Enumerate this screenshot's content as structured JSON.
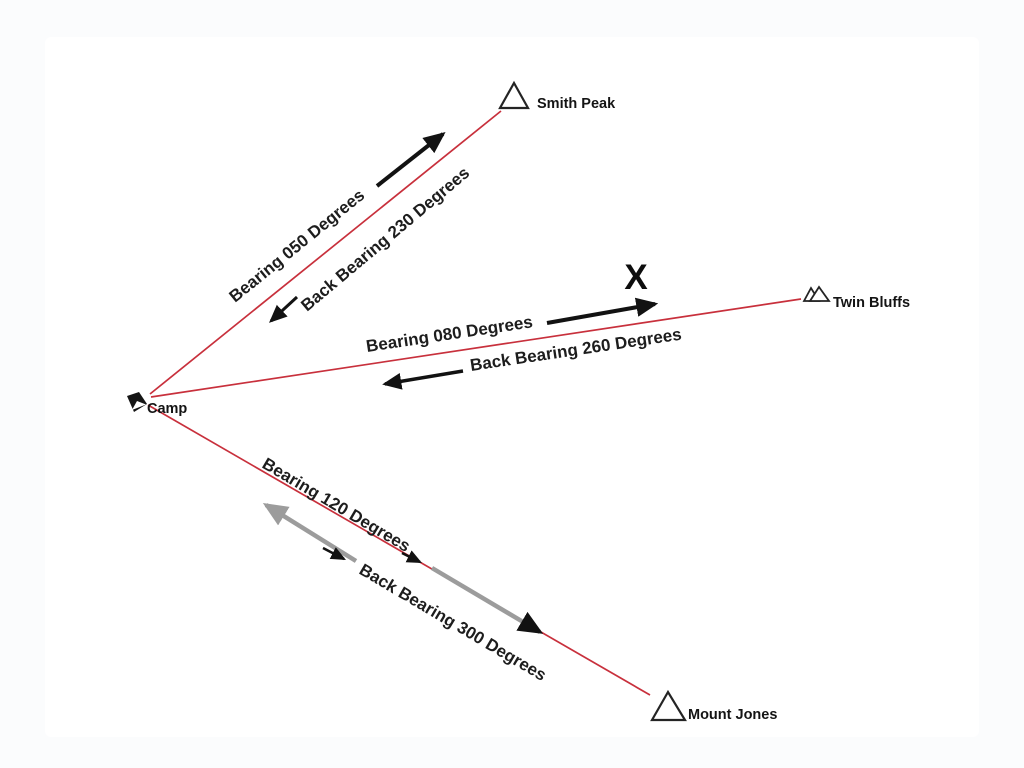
{
  "colors": {
    "page_background": "#fbfcfd",
    "canvas_background": "#ffffff",
    "sight_line_red": "#c8303c",
    "arrow_black": "#121212",
    "arrow_gray": "#9c9c9c",
    "label_text": "#1d1d1d"
  },
  "camp": {
    "label": "Camp"
  },
  "landmarks": {
    "smith_peak": {
      "label": "Smith Peak"
    },
    "twin_bluffs": {
      "label": "Twin Bluffs"
    },
    "mount_jones": {
      "label": "Mount Jones"
    }
  },
  "bearing_lines": [
    {
      "from": "Camp",
      "target": "Smith Peak",
      "bearing": "050",
      "back_bearing": "230",
      "bearing_label": "Bearing 050 Degrees",
      "back_bearing_label": "Back Bearing 230 Degrees"
    },
    {
      "from": "Camp",
      "target": "Twin Bluffs",
      "bearing": "080",
      "back_bearing": "260",
      "bearing_label": "Bearing 080 Degrees",
      "back_bearing_label": "Back Bearing 260 Degrees"
    },
    {
      "from": "Camp",
      "target": "Mount Jones",
      "bearing": "120",
      "back_bearing": "300",
      "bearing_label": "Bearing 120 Degrees",
      "back_bearing_label": "Back Bearing 300 Degrees"
    }
  ],
  "x_marker": {
    "label": "X"
  }
}
